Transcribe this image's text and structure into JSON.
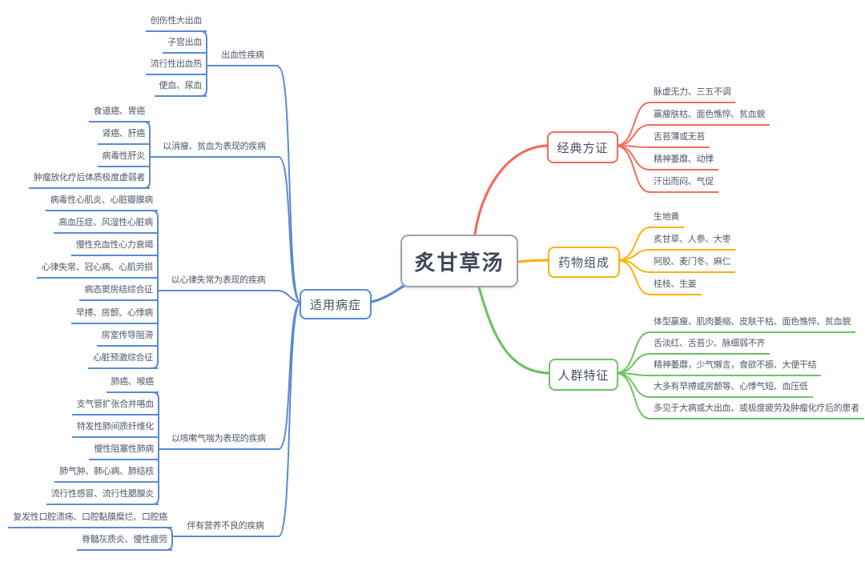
{
  "colors": {
    "blue": "#5A8BD2",
    "red": "#F26D5B",
    "yellow": "#FFB10E",
    "green": "#6CC462",
    "gray": "#9AA3B2"
  },
  "map": {
    "root": "炙甘草汤",
    "right": [
      {
        "label": "经典方证",
        "items": [
          "脉虚无力、三五不调",
          "羸瘦肤枯、面色憔悴、贫血貌",
          "舌苔薄或无苔",
          "精神萎靡、动悸",
          "汗出而闷、气促"
        ]
      },
      {
        "label": "药物组成",
        "items": [
          "生地黄",
          "炙甘草、人参、大枣",
          "阿胶、麦门冬、麻仁",
          "桂枝、生姜"
        ]
      },
      {
        "label": "人群特征",
        "items": [
          "体型羸瘦、肌肉萎缩、皮肤干枯、面色憔悴、贫血貌",
          "舌淡红、舌苔少、脉细弱不齐",
          "精神萎靡，少气懒言，食欲不振、大便干结",
          "大多有早搏或房颤等、心悸气短、血压低",
          "多见于大病或大出血、或极度疲劳及肿瘤化疗后的患者"
        ]
      }
    ],
    "left": {
      "label": "适用病症",
      "groups": [
        {
          "label": "出血性疾病",
          "items": [
            "创伤性大出血",
            "子宫出血",
            "流行性出血热",
            "便血、尿血"
          ]
        },
        {
          "label": "以消瘦、贫血为表现的疾病",
          "items": [
            "食道癌、胃癌",
            "肾癌、肝癌",
            "病毒性肝炎",
            "肿瘤放化疗后体质极度虚弱者"
          ]
        },
        {
          "label": "以心律失常为表现的疾病",
          "items": [
            "病毒性心肌炎、心脏瓣膜病",
            "高血压症、风湿性心脏病",
            "慢性充血性心力衰竭",
            "心律失常、冠心病、心肌劳损",
            "病态窦房结综合征",
            "早搏、房颤、心悸病",
            "房室传导阻滞",
            "心脏预激综合征"
          ]
        },
        {
          "label": "以咳嗽气喘为表现的疾病",
          "items": [
            "肺癌、喉癌",
            "支气管扩张合并咯血",
            "特发性肺间质纤维化",
            "慢性阻塞性肺病",
            "肺气肿、肺心病、肺结核",
            "流行性感冒、流行性腮腺炎"
          ]
        },
        {
          "label": "伴有营养不良的疾病",
          "items": [
            "复发性口腔溃疡、口腔黏膜糜烂、口腔癌",
            "脊髓灰质炎、慢性疲劳"
          ]
        }
      ]
    }
  }
}
